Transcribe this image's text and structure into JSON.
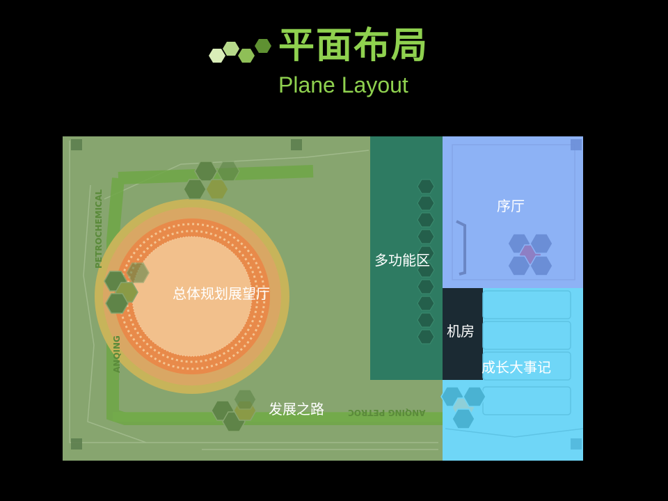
{
  "title": {
    "cn": "平面布局",
    "en": "Plane Layout"
  },
  "zones": {
    "overall": "总体规划展望厅",
    "multi": "多功能区",
    "prelude": "序厅",
    "machine": "机房",
    "milestones": "成长大事记",
    "road": "发展之路"
  },
  "map_text": {
    "petrochemical_vertical": "PETROCHEMICAL",
    "anqing_vertical": "ANQING",
    "anqing_petro_bottom": "ANQING PETROC"
  },
  "colors": {
    "title": "#8fd14f",
    "green_area": "#87a56f",
    "teal_area": "#2e7b62",
    "blue_area": "#8db2f5",
    "cyan_area": "#6fd6f7",
    "machine_room": "#1b2a33"
  }
}
